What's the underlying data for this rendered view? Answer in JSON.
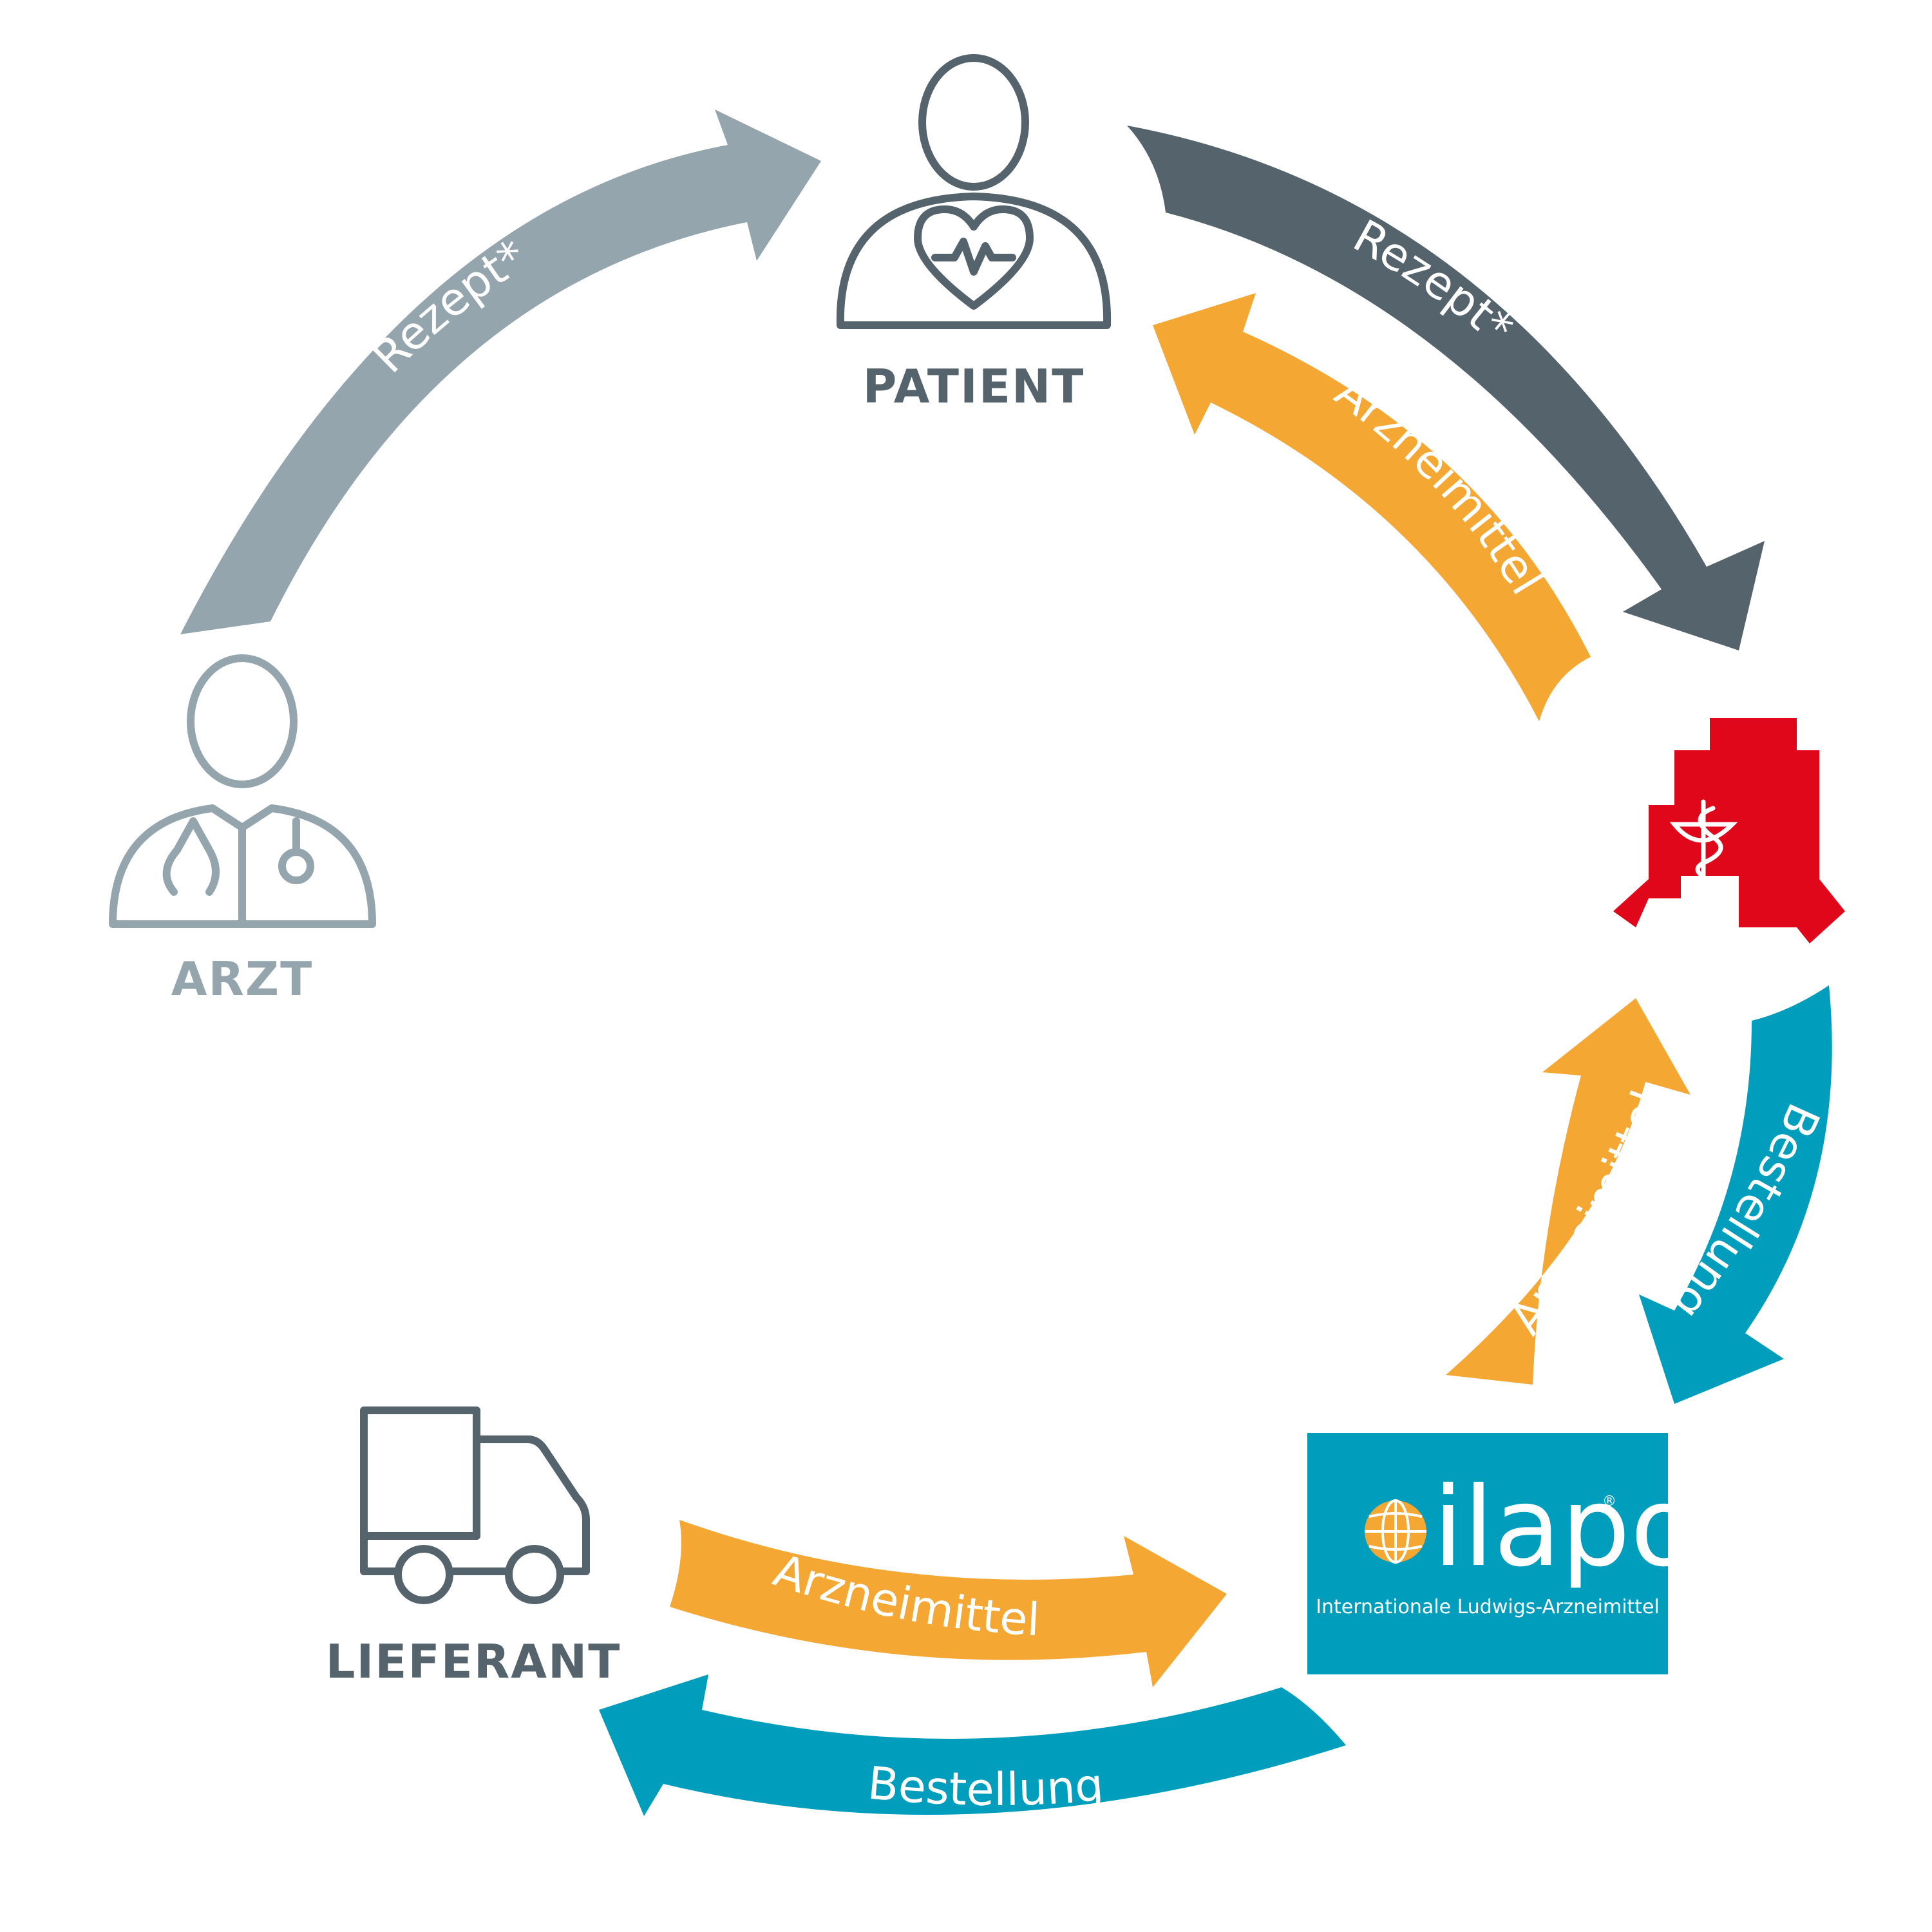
{
  "nodes": {
    "patient": {
      "label": "PATIENT",
      "color": "#55636d"
    },
    "arzt": {
      "label": "ARZT",
      "color": "#95a5ae"
    },
    "lieferant": {
      "label": "LIEFERANT",
      "color": "#55636d"
    },
    "apotheke": {
      "color": "#e1071b"
    },
    "ilapo": {
      "name": "ilapo",
      "registered_mark": "®",
      "subtitle": "Internationale Ludwigs-Arzneimittel",
      "background": "#009dbd",
      "globe_color": "#f5a733"
    }
  },
  "arrows": {
    "arzt_to_patient": {
      "label": "Rezept*",
      "color": "#95a5ae"
    },
    "patient_to_apotheke": {
      "label": "Rezept*",
      "color": "#55636d"
    },
    "apotheke_to_patient": {
      "label": "Arzneimittel",
      "color": "#f5a733"
    },
    "apotheke_to_ilapo": {
      "label": "Bestellung",
      "color": "#009dbd"
    },
    "ilapo_to_apotheke": {
      "label": "Arzneimittel",
      "color": "#f5a733"
    },
    "lieferant_to_ilapo": {
      "label": "Arzneimittel",
      "color": "#f5a733"
    },
    "ilapo_to_lieferant": {
      "label": "Bestellung",
      "color": "#009dbd"
    }
  }
}
